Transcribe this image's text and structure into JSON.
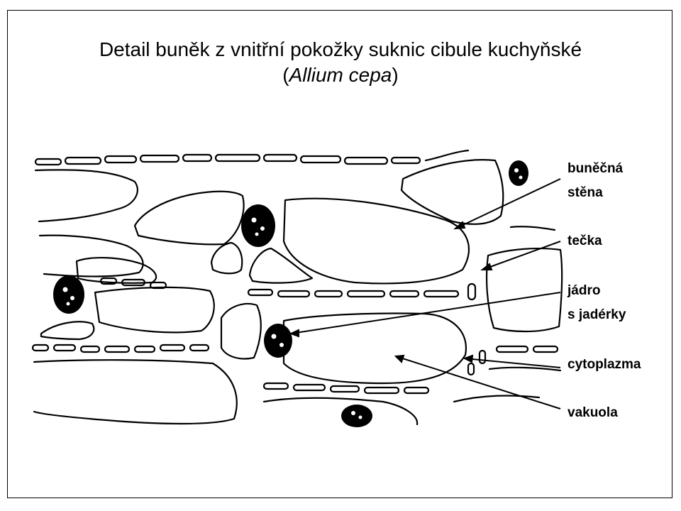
{
  "title": {
    "line1": "Detail buněk z vnitřní pokožky suknic cibule kuchyňské",
    "line2_open": "(",
    "line2_italic": "Allium cepa",
    "line2_close": ")"
  },
  "labels": {
    "cell_wall_1": "buněčná",
    "cell_wall_2": "stěna",
    "pit": "tečka",
    "nucleus_1": "jádro",
    "nucleus_2": "s jadérky",
    "cytoplasm": "cytoplazma",
    "vacuole": "vakuola"
  }
}
